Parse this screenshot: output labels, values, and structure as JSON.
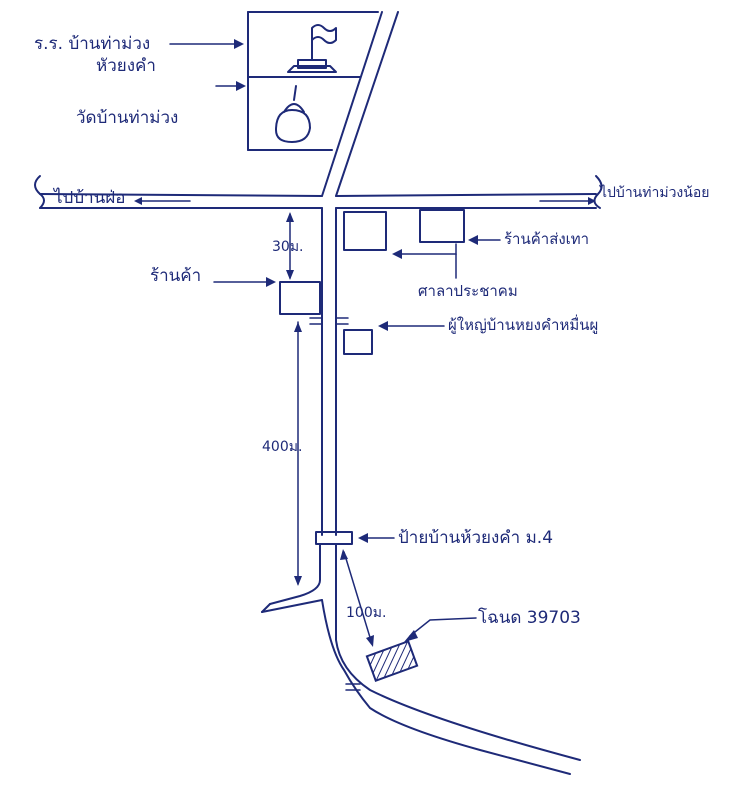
{
  "labels": {
    "school_line1": "ร.ร. บ้านท่าม่วง",
    "school_line2": "หัวยงคำ",
    "temple": "วัดบ้านท่าม่วง",
    "to_left": "ไปบ้านฝ่อ",
    "to_right": "ไปบ้านท่าม่วงน้อย",
    "shop_left": "ร้านค้า",
    "shop_right": "ร้านค้าส่งเทา",
    "pavilion": "ศาลาประชาคม",
    "village_head": "ผู้ใหญ่บ้านหยงคำหมื่นผู",
    "dist_30": "30ม.",
    "dist_400": "400ม.",
    "village_sign": "ป้ายบ้านห้วยงคำ ม.4",
    "dist_100": "100ม.",
    "deed": "โฉนด 39703"
  },
  "colors": {
    "ink": "#1e2a78",
    "paper": "#ffffff"
  }
}
